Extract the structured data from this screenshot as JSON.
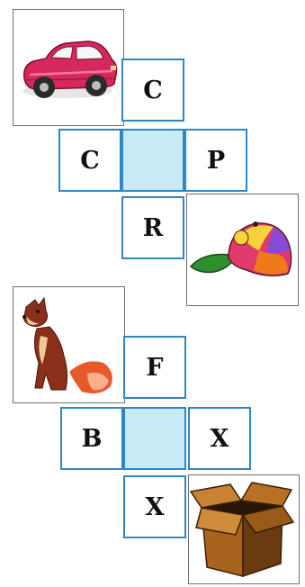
{
  "colors": {
    "cell_border": "#2f86c4",
    "center_fill": "#c8e9f6",
    "picture_border": "#6f6f6f"
  },
  "puzzle_1": {
    "picture_top": "car-picture",
    "picture_bottom": "cap-picture",
    "letters": {
      "top": "C",
      "left": "C",
      "right": "P",
      "bottom": "R"
    }
  },
  "puzzle_2": {
    "picture_top": "fox-picture",
    "picture_bottom": "box-picture",
    "letters": {
      "top": "F",
      "left": "B",
      "right": "X",
      "bottom": "X"
    }
  }
}
